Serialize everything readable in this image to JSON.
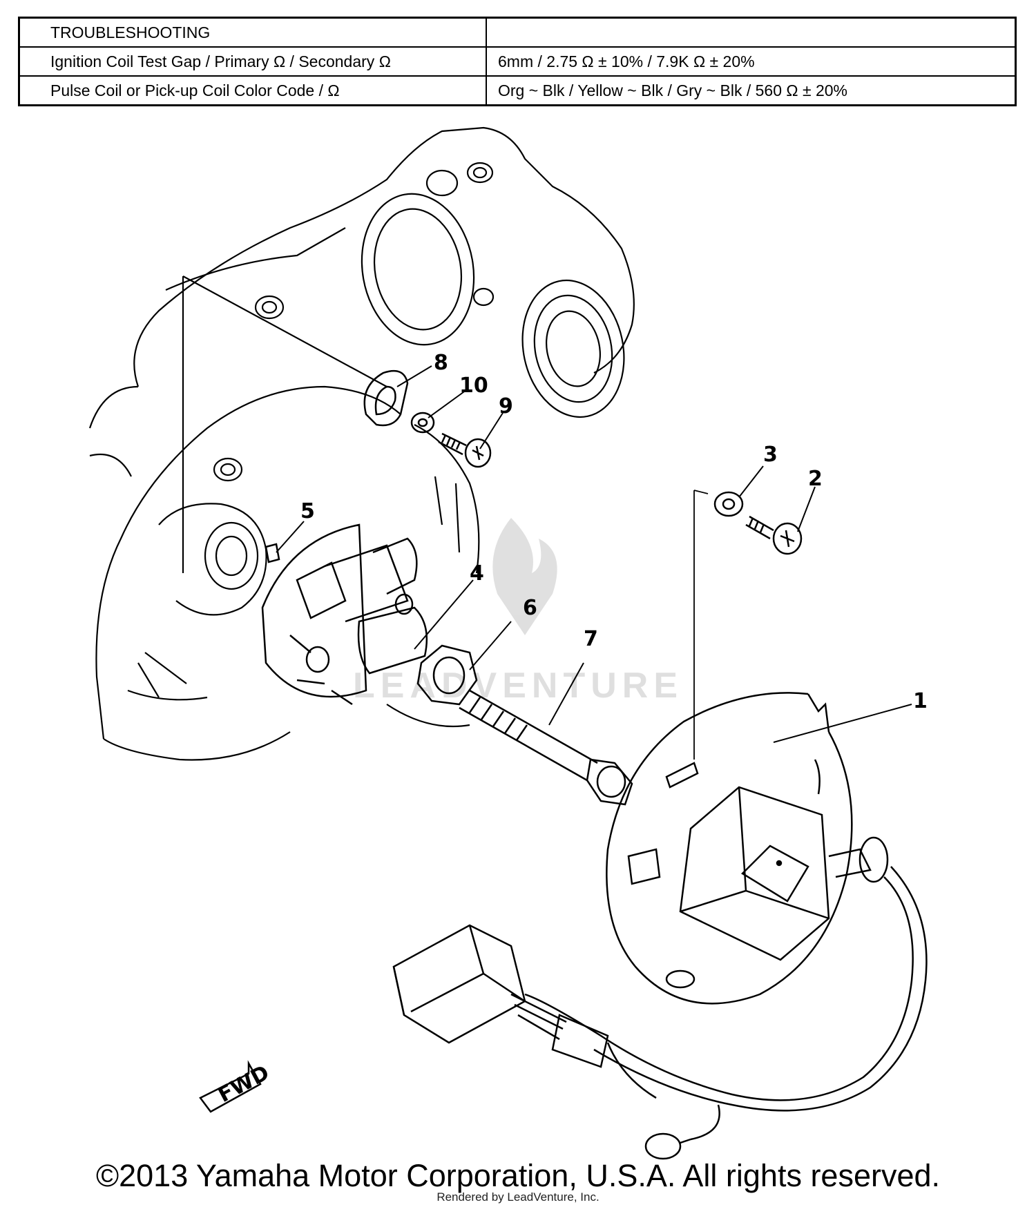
{
  "table": {
    "header_label": "TROUBLESHOOTING",
    "header_value": "",
    "rows": [
      {
        "label": "Ignition Coil Test Gap / Primary Ω / Secondary Ω",
        "value": "6mm / 2.75 Ω ± 10% / 7.9K Ω ± 20%"
      },
      {
        "label": "Pulse Coil or Pick-up Coil Color Code / Ω",
        "value": "Org ~ Blk / Yellow ~ Blk / Gry ~ Blk / 560 Ω ± 20%"
      }
    ]
  },
  "diagram": {
    "callouts": [
      "1",
      "2",
      "3",
      "4",
      "5",
      "6",
      "7",
      "8",
      "9",
      "10"
    ],
    "direction_label": "FWD",
    "watermark": "LEADVENTURE"
  },
  "footer": {
    "copyright": "©2013 Yamaha Motor Corporation, U.S.A. All rights reserved.",
    "rendered_by": "Rendered by LeadVenture, Inc."
  }
}
